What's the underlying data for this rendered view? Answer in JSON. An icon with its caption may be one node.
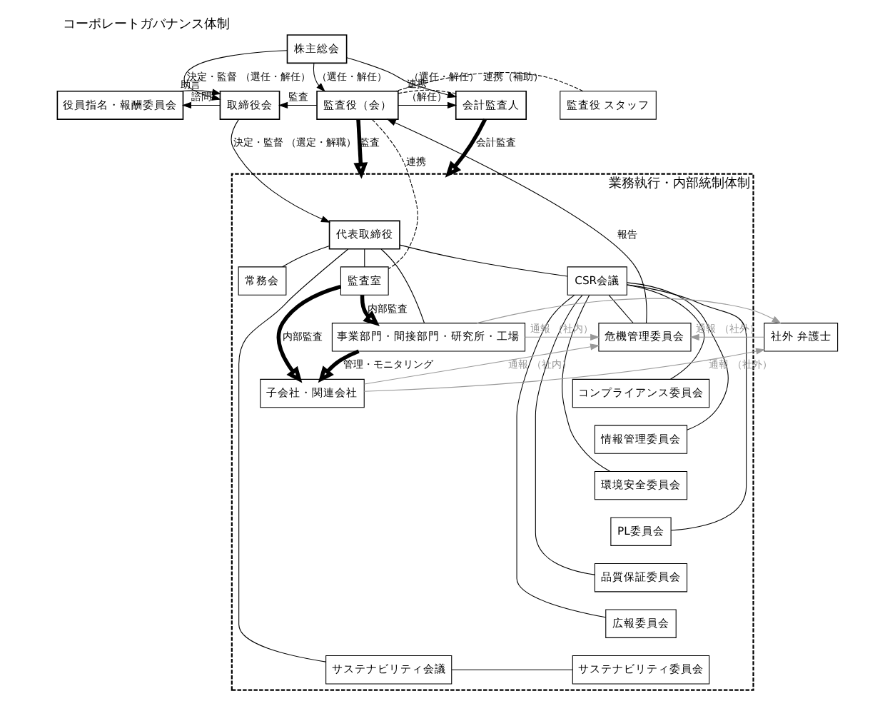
{
  "diagram": {
    "title": "コーポレートガバナンス体制",
    "nodes": [
      {
        "text": [
          "株主総会"
        ]
      },
      {
        "text": [
          "役員指名・報酬委員会"
        ]
      },
      {
        "text": [
          "取締役会"
        ]
      },
      {
        "text": [
          "監査役（会）"
        ]
      },
      {
        "text": [
          "会計監査人"
        ]
      },
      {
        "text": [
          "監査役 スタッフ"
        ]
      },
      {
        "text": [
          "業務執行・内部統制体制"
        ]
      },
      {
        "text": [
          "代表取締役"
        ],
        "in": 6
      },
      {
        "text": [
          "常務会"
        ],
        "in": 6
      },
      {
        "text": [
          "監査室"
        ],
        "in": 6
      },
      {
        "text": [
          "CSR会議"
        ],
        "in": 6
      },
      {
        "text": [
          "危機管理委員会"
        ],
        "in": 6
      },
      {
        "text": [
          "コンプライアンス委員会"
        ],
        "in": 6
      },
      {
        "text": [
          "情報管理委員会"
        ],
        "in": 6
      },
      {
        "text": [
          "環境安全委員会"
        ],
        "in": 6
      },
      {
        "text": [
          "PL委員会"
        ],
        "in": 6
      },
      {
        "text": [
          "品質保証委員会"
        ],
        "in": 6
      },
      {
        "text": [
          "広報委員会"
        ],
        "in": 6
      },
      {
        "text": [
          "サステナビリティ会議"
        ],
        "in": 6
      },
      {
        "text": [
          "サステナビリティ委員会"
        ],
        "in": 6
      },
      {
        "text": [
          "事業部門・間接部門・研究所・工場"
        ],
        "in": 6
      },
      {
        "text": [
          "子会社・関連会社"
        ],
        "in": 6
      },
      {
        "text": [
          "社外 弁護士"
        ]
      }
    ],
    "edges": [
      {
        "from": 0,
        "to": 2,
        "arrow": "to",
        "label": "決定・監督 （選任・解任）"
      },
      {
        "from": 0,
        "to": 3,
        "arrow": "to",
        "label": "（選任・解任）"
      },
      {
        "from": 0,
        "to": 4,
        "arrow": "to",
        "label": "（選任・解任）"
      },
      {
        "from": 2,
        "to": 1,
        "arrow": "to",
        "label": "諮問"
      },
      {
        "from": 1,
        "to": 2,
        "arrow": "to",
        "label": "助言"
      },
      {
        "from": 3,
        "to": 2,
        "arrow": "to",
        "label": "監査"
      },
      {
        "from": 3,
        "to": 4,
        "arrow": "to",
        "label": "（解任）"
      },
      {
        "from": 3,
        "to": 4,
        "arrow": "none",
        "label": "連携",
        "style": "dashed"
      },
      {
        "from": 5,
        "to": 3,
        "arrow": "none",
        "label": "連携（補助）",
        "style": "dashed"
      },
      {
        "from": 2,
        "to": 7,
        "arrow": "to",
        "label": "決定・監督 （選定・解職）"
      },
      {
        "from": 3,
        "to": 9,
        "arrow": "none",
        "label": "連携",
        "style": "dashed"
      },
      {
        "from": 3,
        "to": 6,
        "arrow": "to",
        "label": "監査",
        "style": "thick"
      },
      {
        "from": 4,
        "to": 6,
        "arrow": "to",
        "label": "会計監査",
        "style": "thick"
      },
      {
        "from": 7,
        "to": 8,
        "arrow": "none"
      },
      {
        "from": 7,
        "to": 9,
        "arrow": "none"
      },
      {
        "from": 7,
        "to": 10,
        "arrow": "none"
      },
      {
        "from": 7,
        "to": 18,
        "arrow": "none"
      },
      {
        "from": 7,
        "to": 20,
        "arrow": "none"
      },
      {
        "from": 10,
        "to": 11,
        "arrow": "none"
      },
      {
        "from": 10,
        "to": 12,
        "arrow": "none"
      },
      {
        "from": 10,
        "to": 13,
        "arrow": "none"
      },
      {
        "from": 10,
        "to": 14,
        "arrow": "none"
      },
      {
        "from": 10,
        "to": 15,
        "arrow": "none"
      },
      {
        "from": 10,
        "to": 16,
        "arrow": "none"
      },
      {
        "from": 10,
        "to": 17,
        "arrow": "none"
      },
      {
        "from": 18,
        "to": 19,
        "arrow": "none"
      },
      {
        "from": 11,
        "to": 3,
        "arrow": "to",
        "label": "報告"
      },
      {
        "from": 9,
        "to": 20,
        "arrow": "to",
        "label": "内部監査",
        "style": "thick"
      },
      {
        "from": 9,
        "to": 21,
        "arrow": "to",
        "label": "内部監査",
        "style": "thick"
      },
      {
        "from": 20,
        "to": 21,
        "arrow": "to",
        "label": "管理・モニタリング",
        "style": "thick"
      },
      {
        "from": 20,
        "to": 11,
        "arrow": "to",
        "label": "通報 （社内）",
        "color": "#999999"
      },
      {
        "from": 21,
        "to": 11,
        "arrow": "to",
        "label": "通報 （社内）",
        "color": "#999999"
      },
      {
        "from": 22,
        "to": 11,
        "arrow": "to",
        "label": "通報 （社外）",
        "color": "#999999"
      },
      {
        "from": 20,
        "to": 22,
        "arrow": "to",
        "color": "#999999"
      },
      {
        "from": 21,
        "to": 22,
        "arrow": "to",
        "label": "通報 （社外）",
        "color": "#999999"
      }
    ]
  }
}
